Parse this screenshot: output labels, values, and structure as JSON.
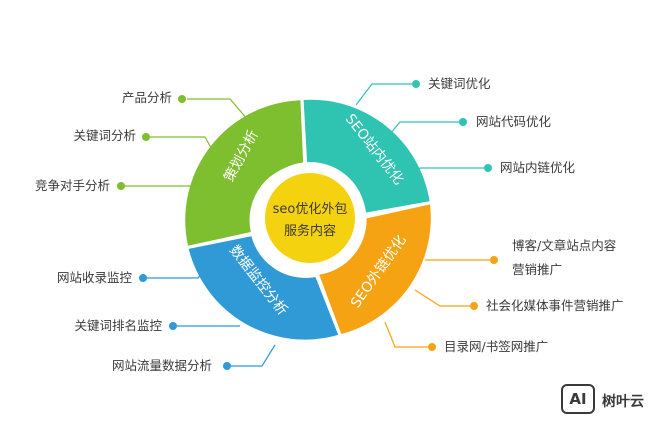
{
  "diagram": {
    "center": {
      "line1": "seo优化外包",
      "line2": "服务内容"
    },
    "segments": [
      {
        "name": "planning",
        "label": "策划分析",
        "color": "#7dbf2e"
      },
      {
        "name": "seo-onsite",
        "label": "SEO站内优化",
        "color": "#2fc4b2"
      },
      {
        "name": "seo-offsite",
        "label": "SEO外链优化",
        "color": "#f6a313"
      },
      {
        "name": "monitoring",
        "label": "数据监控分析",
        "color": "#2f9ad6"
      }
    ],
    "callouts": {
      "planning": [
        "产品分析",
        "关键词分析",
        "竞争对手分析"
      ],
      "onsite": [
        "关键词优化",
        "网站代码优化",
        "网站内链优化"
      ],
      "offsite_1a": "博客/文章站点内容",
      "offsite_1b": "营销推广",
      "offsite_2": "社会化媒体事件营销推广",
      "offsite_3": "目录网/书签网推广",
      "monitoring": [
        "网站收录监控",
        "关键词排名监控",
        "网站流量数据分析"
      ]
    }
  },
  "watermark": {
    "logo": "AI",
    "text": "树叶云"
  }
}
